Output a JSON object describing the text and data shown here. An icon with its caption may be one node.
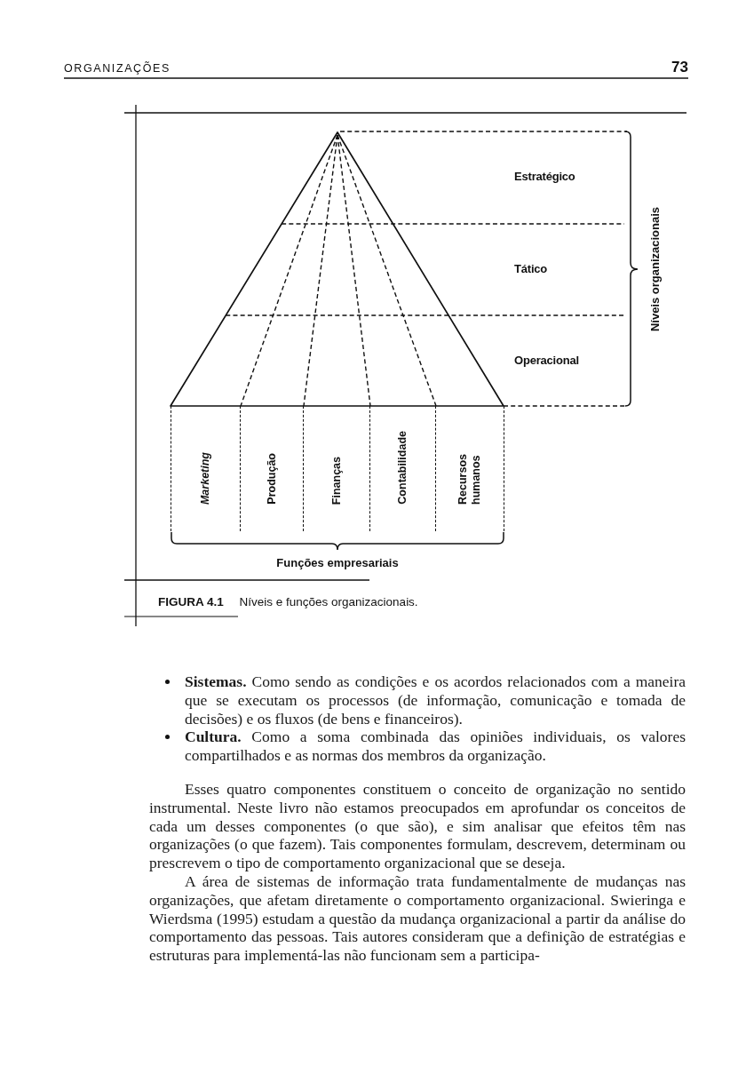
{
  "diagram": {
    "caption": "**FIGURA 4.1** Níveis e funções organizacionais.",
    "nodes": [
      {
        "text": [
          "Estratégico"
        ]
      },
      {
        "text": [
          "Tático"
        ]
      },
      {
        "text": [
          "Operacional"
        ]
      },
      {
        "text": [
          "Marketing"
        ]
      },
      {
        "text": [
          "Produção"
        ]
      },
      {
        "text": [
          "Finanças"
        ]
      },
      {
        "text": [
          "Contabilidade"
        ]
      },
      {
        "text": [
          "Recursos humanos"
        ]
      }
    ],
    "labels": [
      "ORGANIZAÇÕES",
      "73",
      "Níveis organizacionais",
      "Funções empresariais",
      "**Sistemas.** Como sendo as condições e os acordos relacionados com a maneira que se executam os processos (de informação, comunicação e tomada de decisões) e os fluxos (de bens e financeiros).",
      "**Cultura.** Como a soma combinada das opiniões individuais, os valores compartilhados e as normas dos membros da organização.",
      "Esses quatro componentes constituem o conceito de organização no sentido instrumental. Neste livro não estamos preocupados em aprofundar os conceitos de cada um desses componentes (o que são), e sim analisar que efeitos têm nas organizações (o que fazem). Tais componentes formulam, descrevem, determinam ou prescrevem o tipo de comportamento organizacional que se deseja.",
      "A área de sistemas de informação trata fundamentalmente de mudanças nas organizações, que afetam diretamente o comportamento organizacional. Swieringa e Wierdsma (1995) estudam a questão da mudança organizacional a partir da análise do comportamento das pessoas. Tais autores consideram que a definição de estratégias e estruturas para implementá-las não funcionam sem a participa-"
    ]
  }
}
